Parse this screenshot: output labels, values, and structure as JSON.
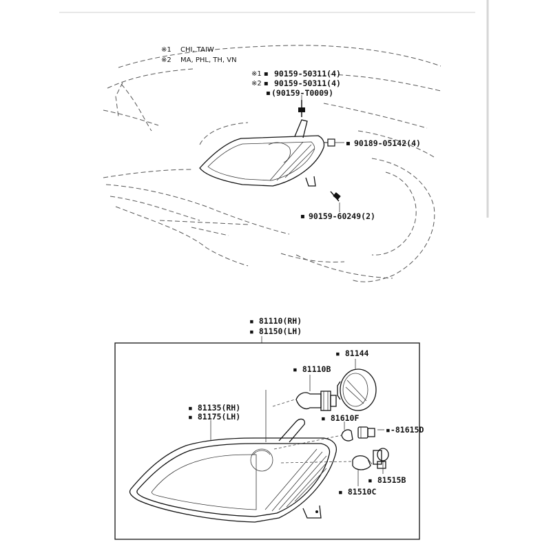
{
  "notes": [
    {
      "mark": "※1",
      "text": "CHI, TAIW"
    },
    {
      "mark": "※2",
      "text": "MA, PHL, TH, VN"
    }
  ],
  "upper_parts": [
    {
      "prefix": "※1 ▪",
      "number": "90159-50311(4)"
    },
    {
      "prefix": "※2 ▪",
      "number": "90159-50311(4)"
    },
    {
      "prefix": "▪",
      "number": "(90159-T0009)"
    },
    {
      "prefix": "▪",
      "number": "90189-05142(4)"
    },
    {
      "prefix": "▪",
      "number": "90159-60249(2)"
    }
  ],
  "assembly": {
    "rh": "▪ 81110(RH)",
    "lh": "▪ 81150(LH)"
  },
  "lower_parts": {
    "81144": "▪ 81144",
    "81110B": "▪ 81110B",
    "81135_rh": "▪ 81135(RH)",
    "81175_lh": "▪ 81175(LH)",
    "81610F": "▪ 81610F",
    "81615D": "▪-81615D",
    "81515B": "▪ 81515B",
    "81510C": "▪ 81510C"
  }
}
